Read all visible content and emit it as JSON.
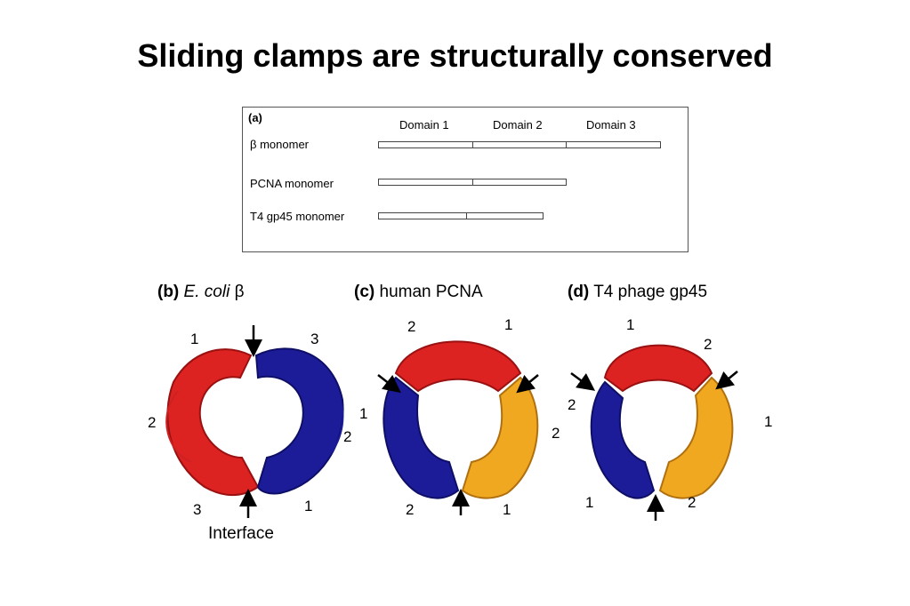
{
  "title": "Sliding clamps are structurally conserved",
  "panel_a": {
    "label": "(a)",
    "domains": [
      "Domain 1",
      "Domain 2",
      "Domain 3"
    ],
    "rows": [
      {
        "label": "β monomer",
        "domains": 3
      },
      {
        "label": "PCNA monomer",
        "domains": 2
      },
      {
        "label": "T4 gp45 monomer",
        "domains": 2
      }
    ]
  },
  "panels": {
    "b": {
      "letter": "(b)",
      "name_italic": "E. coli",
      "name_rest": "β"
    },
    "c": {
      "letter": "(c)",
      "name": "human PCNA"
    },
    "d": {
      "letter": "(d)",
      "name": "T4 phage gp45"
    }
  },
  "ring_b_labels": {
    "n1": "1",
    "n3": "3",
    "n2": "2",
    "n2r": "2",
    "n3b": "3",
    "n1b": "1"
  },
  "ring_c_labels": {
    "n2": "2",
    "n1": "1",
    "n1l": "1",
    "n2r": "2",
    "n2b": "2",
    "n1b": "1"
  },
  "ring_d_labels": {
    "n1": "1",
    "n2": "2",
    "n2l": "2",
    "n1r": "1",
    "n1b": "1",
    "n2b": "2"
  },
  "interface_label": "Interface",
  "colors": {
    "red": "#dd2222",
    "blue": "#1c1c99",
    "orange": "#f0a820"
  }
}
